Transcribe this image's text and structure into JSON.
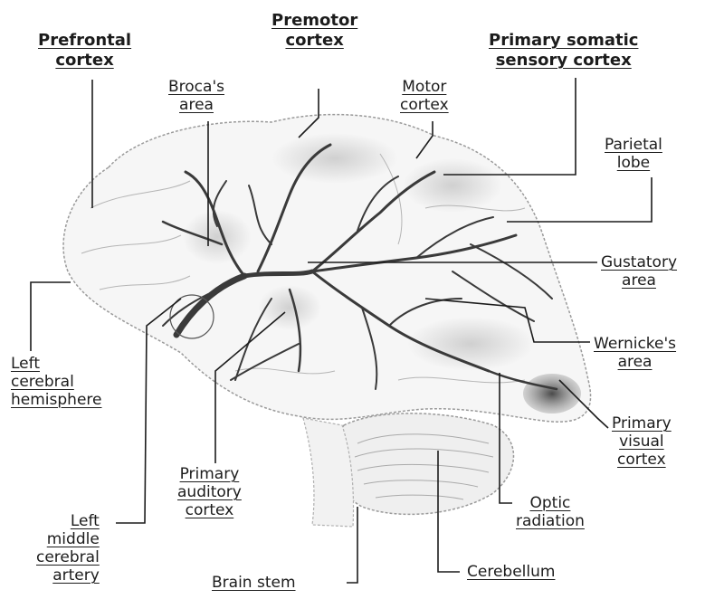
{
  "labels": {
    "prefrontal_cortex": [
      "Prefrontal",
      "cortex"
    ],
    "premotor_cortex": [
      "Premotor",
      "cortex"
    ],
    "primary_somatic_sensory_cortex": [
      "Primary somatic",
      "sensory cortex"
    ],
    "brocas_area": [
      "Broca's",
      "area"
    ],
    "motor_cortex": [
      "Motor",
      "cortex"
    ],
    "parietal_lobe": [
      "Parietal",
      "lobe"
    ],
    "gustatory_area": [
      "Gustatory",
      "area"
    ],
    "wernickes_area": [
      "Wernicke's",
      "area"
    ],
    "left_cerebral_hemisphere": [
      "Left",
      "cerebral",
      "hemisphere"
    ],
    "primary_visual_cortex": [
      "Primary",
      "visual",
      "cortex"
    ],
    "primary_auditory_cortex": [
      "Primary",
      "auditory",
      "cortex"
    ],
    "optic_radiation": [
      "Optic",
      "radiation"
    ],
    "left_middle_cerebral_artery": [
      "Left",
      "middle",
      "cerebral",
      "artery"
    ],
    "brain_stem": [
      "Brain stem"
    ],
    "cerebellum": [
      "Cerebellum"
    ]
  },
  "colors": {
    "ink": "#1c1c1c",
    "artery": "#3a3a3a",
    "brain_outline": "#9a9a9a",
    "cortex_shading": "#c9c9c9",
    "visual_cortex_dark": "#5a5a5a"
  }
}
